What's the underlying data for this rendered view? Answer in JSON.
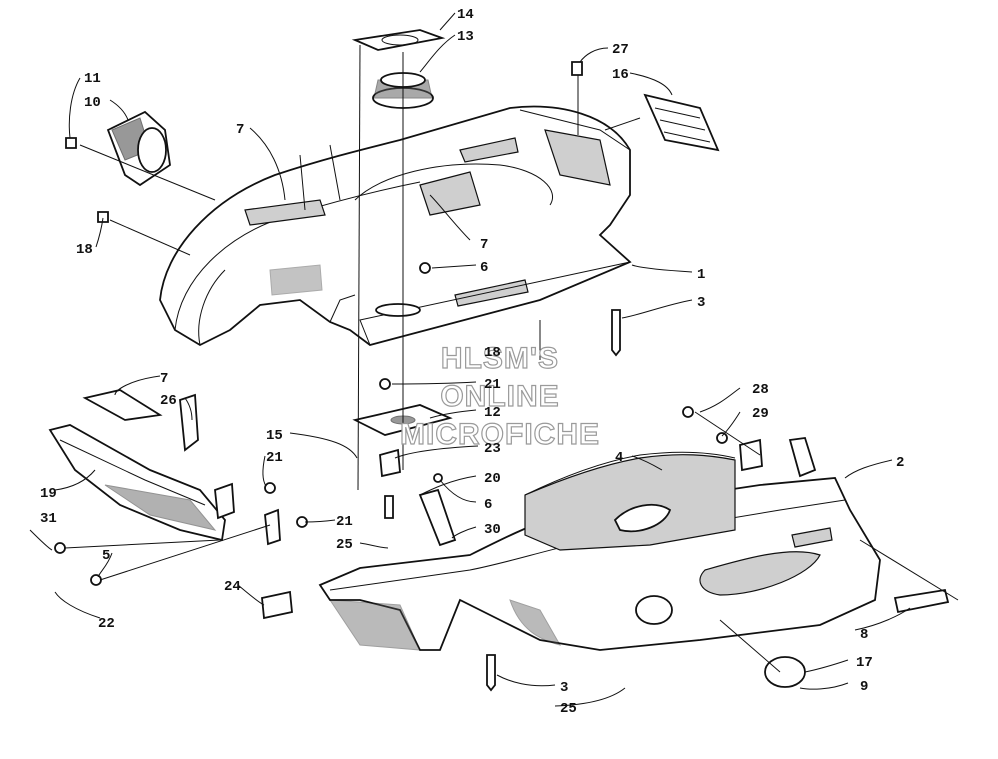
{
  "watermark": {
    "line1": "HLSM'S",
    "line2": "ONLINE",
    "line3": "MICROFICHE"
  },
  "callouts": [
    {
      "id": "c14",
      "label": "14"
    },
    {
      "id": "c13",
      "label": "13"
    },
    {
      "id": "c27",
      "label": "27"
    },
    {
      "id": "c16",
      "label": "16"
    },
    {
      "id": "c11",
      "label": "11"
    },
    {
      "id": "c10",
      "label": "10"
    },
    {
      "id": "c7a",
      "label": "7"
    },
    {
      "id": "c7b",
      "label": "7"
    },
    {
      "id": "c18a",
      "label": "18"
    },
    {
      "id": "c6a",
      "label": "6"
    },
    {
      "id": "c1",
      "label": "1"
    },
    {
      "id": "c3a",
      "label": "3"
    },
    {
      "id": "c18b",
      "label": "18"
    },
    {
      "id": "c21a",
      "label": "21"
    },
    {
      "id": "c7c",
      "label": "7"
    },
    {
      "id": "c26",
      "label": "26"
    },
    {
      "id": "c12",
      "label": "12"
    },
    {
      "id": "c28",
      "label": "28"
    },
    {
      "id": "c29",
      "label": "29"
    },
    {
      "id": "c15",
      "label": "15"
    },
    {
      "id": "c23",
      "label": "23"
    },
    {
      "id": "c21b",
      "label": "21"
    },
    {
      "id": "c4",
      "label": "4"
    },
    {
      "id": "c2",
      "label": "2"
    },
    {
      "id": "c20",
      "label": "20"
    },
    {
      "id": "c19",
      "label": "19"
    },
    {
      "id": "c6b",
      "label": "6"
    },
    {
      "id": "c31",
      "label": "31"
    },
    {
      "id": "c21c",
      "label": "21"
    },
    {
      "id": "c30",
      "label": "30"
    },
    {
      "id": "c25a",
      "label": "25"
    },
    {
      "id": "c5",
      "label": "5"
    },
    {
      "id": "c24",
      "label": "24"
    },
    {
      "id": "c22",
      "label": "22"
    },
    {
      "id": "c8",
      "label": "8"
    },
    {
      "id": "c17",
      "label": "17"
    },
    {
      "id": "c9",
      "label": "9"
    },
    {
      "id": "c3b",
      "label": "3"
    },
    {
      "id": "c25b",
      "label": "25"
    }
  ]
}
